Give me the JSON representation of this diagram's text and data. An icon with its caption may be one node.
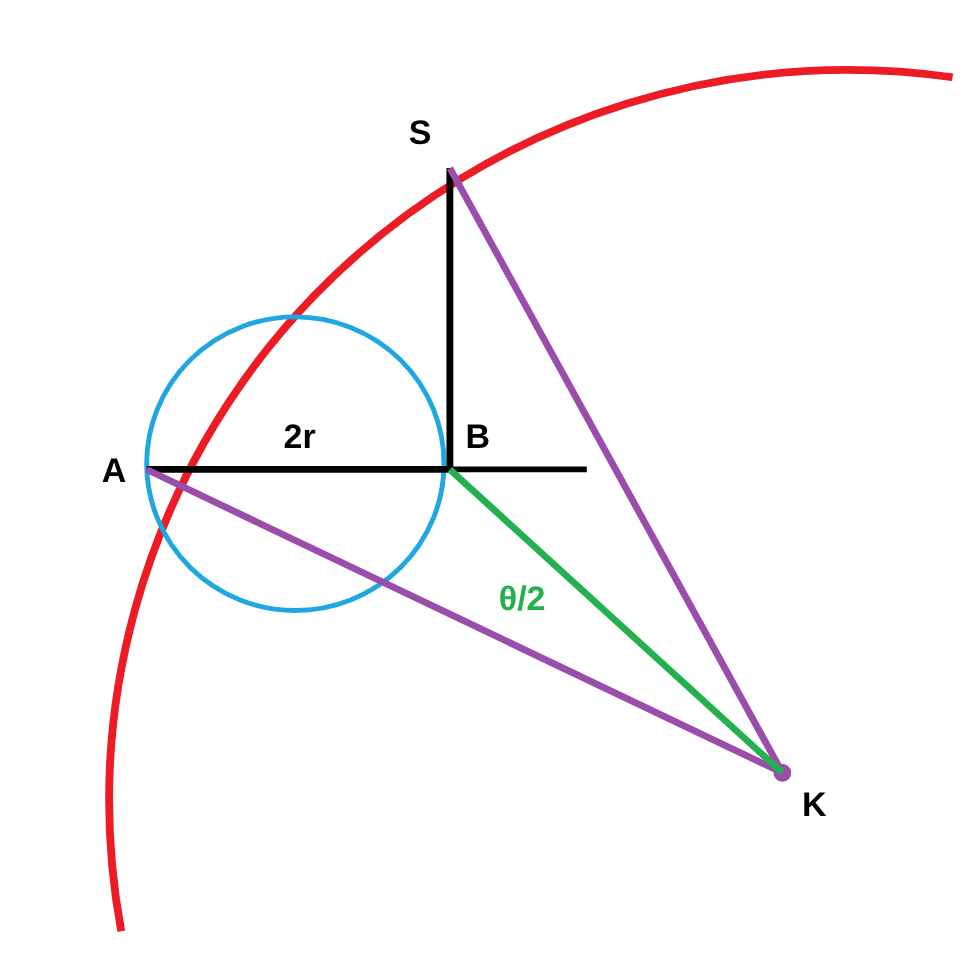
{
  "diagram": {
    "nodes": [
      {
        "text": [
          "S"
        ]
      },
      {
        "text": [
          "A"
        ]
      },
      {
        "text": [
          "B"
        ]
      },
      {
        "text": [
          "K"
        ]
      }
    ],
    "edges": [
      {
        "from": 1,
        "to": 2,
        "arrow": "none"
      },
      {
        "from": 2,
        "to": 0,
        "arrow": "none"
      },
      {
        "from": 0,
        "to": 3,
        "arrow": "other",
        "color": "#9b4dab"
      },
      {
        "from": 1,
        "to": 3,
        "arrow": "other",
        "color": "#9b4dab"
      },
      {
        "from": 2,
        "to": 3,
        "arrow": "none",
        "color": "#22b14c",
        "label": "θ/2"
      }
    ],
    "labels": [
      "2r"
    ]
  }
}
